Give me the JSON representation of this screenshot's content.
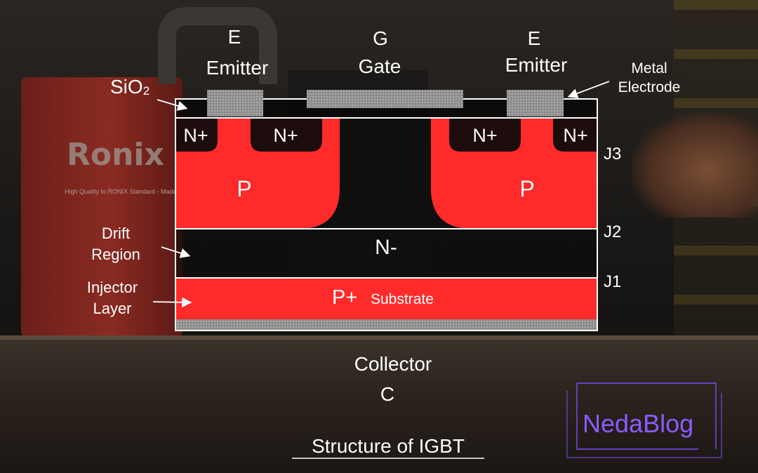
{
  "title": "Structure of IGBT",
  "terminals": {
    "emitter_left": {
      "symbol": "E",
      "name": "Emitter"
    },
    "gate": {
      "symbol": "G",
      "name": "Gate"
    },
    "emitter_right": {
      "symbol": "E",
      "name": "Emitter"
    },
    "collector": {
      "name": "Collector",
      "symbol": "C"
    }
  },
  "labels": {
    "sio2_main": "SiO",
    "sio2_subscript": "2",
    "metal_electrode_line1": "Metal",
    "metal_electrode_line2": "Electrode",
    "drift_region_line1": "Drift",
    "drift_region_line2": "Region",
    "injector_layer_line1": "Injector",
    "injector_layer_line2": "Layer"
  },
  "regions": {
    "n_plus_1": "N+",
    "n_plus_2": "N+",
    "n_plus_3": "N+",
    "n_plus_4": "N+",
    "p_left": "P",
    "p_right": "P",
    "n_minus": "N-",
    "p_plus": "P+",
    "substrate": "Substrate"
  },
  "junctions": {
    "j3": "J3",
    "j2": "J2",
    "j1": "J1"
  },
  "watermark": "NedaBlog",
  "background": {
    "brand_logo": "Ronix",
    "brand_tagline": "High Quality to RONIX Standard - Made in China"
  },
  "colors": {
    "p_region": "#ff2a2a",
    "metal": "#8c8c8c",
    "watermark": "#8a5cff",
    "text": "#ffffff"
  }
}
